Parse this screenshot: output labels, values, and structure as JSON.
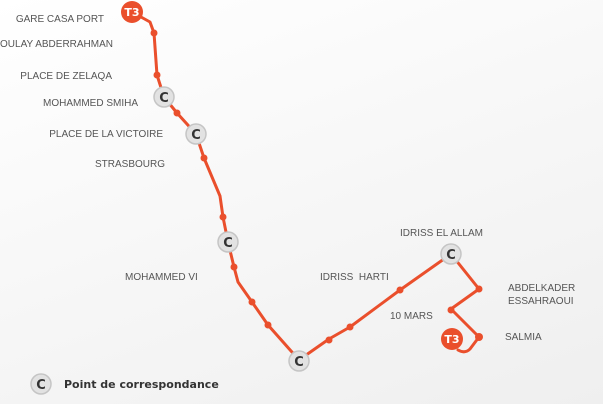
{
  "line": {
    "name": "T3",
    "color": "#ea4f2c"
  },
  "stations": [
    "GARE CASA PORT",
    "MOULAY ABDERRAHMAN",
    "PLACE DE ZELAQA",
    "MOHAMMED SMIHA",
    "PLACE DE LA VICTOIRE",
    "STRASBOURG",
    "MOHAMMED VI",
    "IDRISS  HARTI",
    "IDRISS EL ALLAM",
    "ABDELKADER",
    "ESSAHRAOUI",
    "10 MARS",
    "SALMIA"
  ],
  "connection_symbol": "C",
  "legend": {
    "symbol": "C",
    "label": "Point de correspondance"
  },
  "icons": {
    "terminus": "t3-badge-icon",
    "connection": "connection-c-icon",
    "stop": "stop-dot-icon"
  }
}
